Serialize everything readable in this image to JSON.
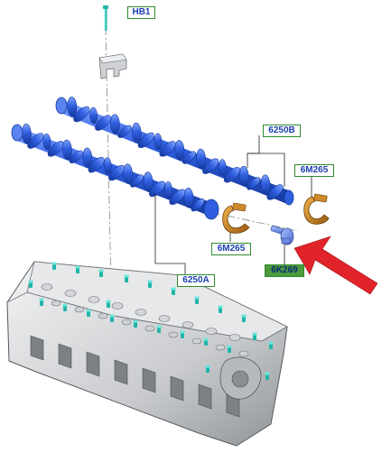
{
  "labels": {
    "bolt_top": "HB1",
    "camshaft_exhaust": "6250B",
    "ring_right": "6M265",
    "ring_left": "6M265",
    "camshaft_intake": "6250A",
    "sensor": "6K269"
  },
  "colors": {
    "label_border": "#2e8b2e",
    "label_text": "#1a3fb0",
    "highlight_fill": "#4c9a3c",
    "camshaft": "#2f5fe0",
    "ring": "#d08a2a",
    "arrow": "#e0242a",
    "fastener": "#1fb5a8"
  },
  "icons": {
    "pointer": "red-arrow-icon",
    "fastener": "cyan-bolt-icon"
  }
}
